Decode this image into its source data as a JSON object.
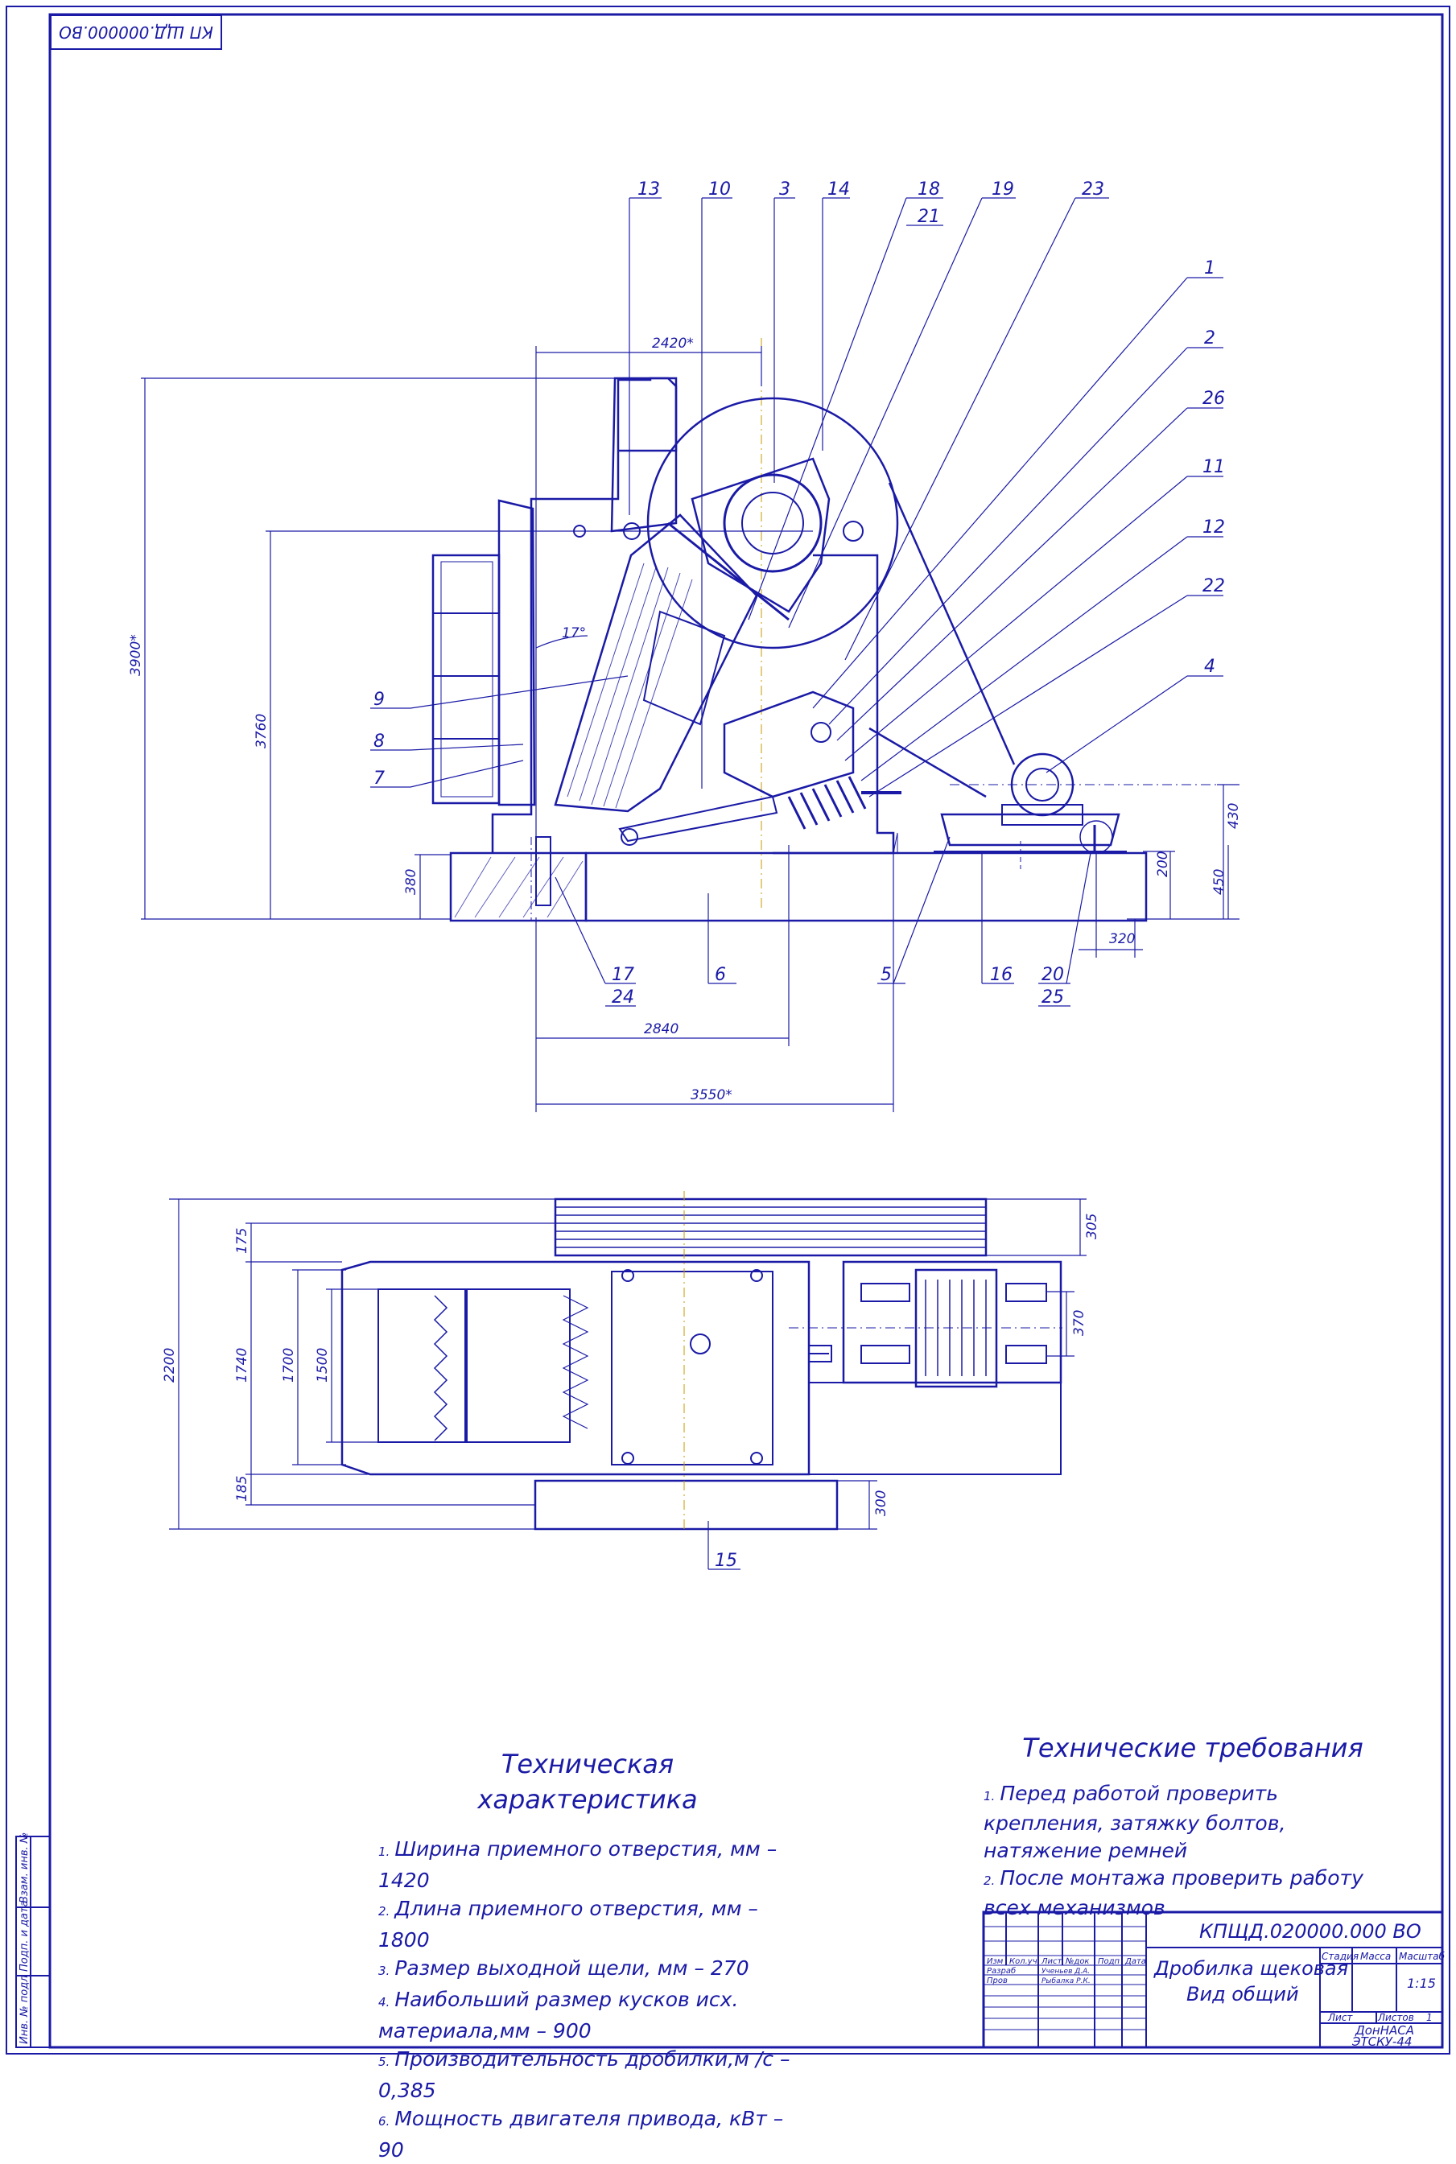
{
  "stamp_top": "КП ЩД.000000.ВО",
  "callouts": {
    "n1": "1",
    "n2": "2",
    "n3": "3",
    "n4": "4",
    "n5": "5",
    "n6": "6",
    "n7": "7",
    "n8": "8",
    "n9": "9",
    "n10": "10",
    "n11": "11",
    "n12": "12",
    "n13": "13",
    "n14": "14",
    "n15": "15",
    "n16": "16",
    "n17": "17",
    "n18": "18",
    "n19": "19",
    "n20": "20",
    "n21": "21",
    "n22": "22",
    "n23": "23",
    "n24": "24",
    "n25": "25",
    "n26": "26"
  },
  "dimensions": {
    "d2420": "2420*",
    "d3900": "3900*",
    "d3760": "3760",
    "d17deg": "17°",
    "d380": "380",
    "d430": "430",
    "d450": "450",
    "d200": "200",
    "d320": "320",
    "d2840": "2840",
    "d3550": "3550*",
    "d175": "175",
    "d305": "305",
    "d2200": "2200",
    "d1740": "1740",
    "d1700": "1700",
    "d1500": "1500",
    "d370": "370",
    "d185": "185",
    "d300": "300"
  },
  "tech_characteristics": {
    "title_line1": "Техническая",
    "title_line2": "характеристика",
    "items": [
      "Ширина приемного отверстия, мм – 1420",
      "Длина приемного отверстия, мм – 1800",
      "Размер выходной щели, мм – 270",
      "Наибольший размер кусков исх. материала,мм – 900",
      "Производительность дробилки,м /с – 0,385",
      "Мощность двигателя привода, кВт – 90"
    ]
  },
  "tech_requirements": {
    "title": "Технические требования",
    "items": [
      "Перед работой проверить крепления, затяжку болтов, натяжение ремней",
      "После монтажа проверить работу всех механизмов"
    ]
  },
  "title_block": {
    "doc_code": "КПЩД.020000.000 ВО",
    "name_line1": "Дробилка щековая",
    "name_line2": "Вид общий",
    "col_stage": "Стадия",
    "col_mass": "Масса",
    "col_scale": "Масштаб",
    "scale": "1:15",
    "sheet_label": "Лист",
    "sheets_label": "Листов",
    "sheets": "1",
    "org_line1": "ДонНАСА",
    "org_line2": "ЭТСКУ-44",
    "h_izm": "Изм",
    "h_koluch": "Кол.уч",
    "h_list": "Лист",
    "h_ndok": "№док",
    "h_podp": "Подп",
    "h_data": "Дата",
    "r_razrab": "Разраб",
    "r_prov": "Пров",
    "n_razrab": "Ученьев Д.А.",
    "n_prov": "Рыбалка Р.К."
  },
  "side_stamp": {
    "f1": "Инв. № подл",
    "f2": "Подп. и дата",
    "f3": "Взам. инв. №"
  }
}
